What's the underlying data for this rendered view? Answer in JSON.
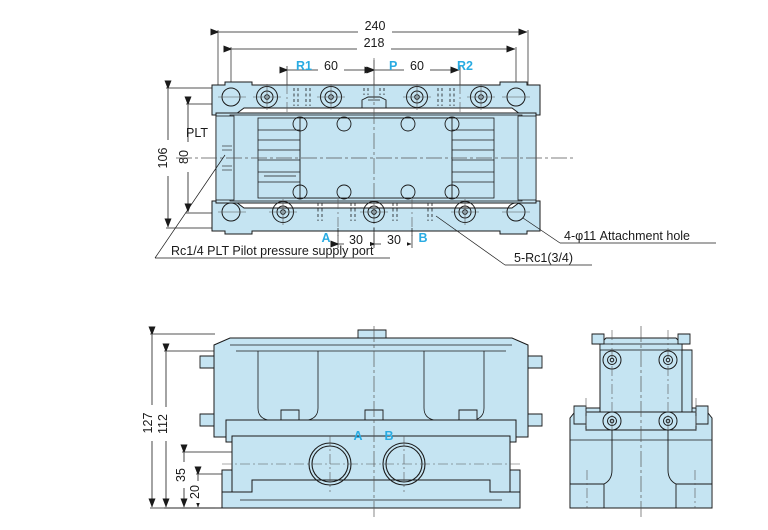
{
  "drawing": {
    "type": "engineering-orthographic-drawing",
    "subject": "pneumatic valve body",
    "units": "mm",
    "colors": {
      "body_fill": "#c5e4f2",
      "outline": "#1a1a1a",
      "port_label": "#29abe2",
      "dimension": "#1a1a1a",
      "background": "#ffffff"
    }
  },
  "top_view": {
    "name": "top-view",
    "dimensions": {
      "overall_width": "240",
      "mounting_width": "218",
      "overall_height": "106",
      "inner_height": "80",
      "pitch_left": "60",
      "pitch_right": "60",
      "port_a_offset": "30",
      "port_b_offset": "30"
    },
    "port_labels": {
      "r1": "R1",
      "p": "P",
      "r2": "R2",
      "a": "A",
      "b": "B"
    },
    "plt_label": "PLT",
    "callouts": {
      "pilot": "Rc1/4 PLT  Pilot pressure supply port",
      "ports": "5-Rc1(3/4)",
      "attachment": "4-φ11  Attachment hole"
    }
  },
  "front_view": {
    "name": "front-view",
    "dimensions": {
      "overall_height": "127",
      "body_height": "112",
      "port_center_height": "35",
      "base_height": "20"
    },
    "port_labels": {
      "a": "A",
      "b": "B"
    }
  },
  "side_view": {
    "name": "right-side-view"
  }
}
